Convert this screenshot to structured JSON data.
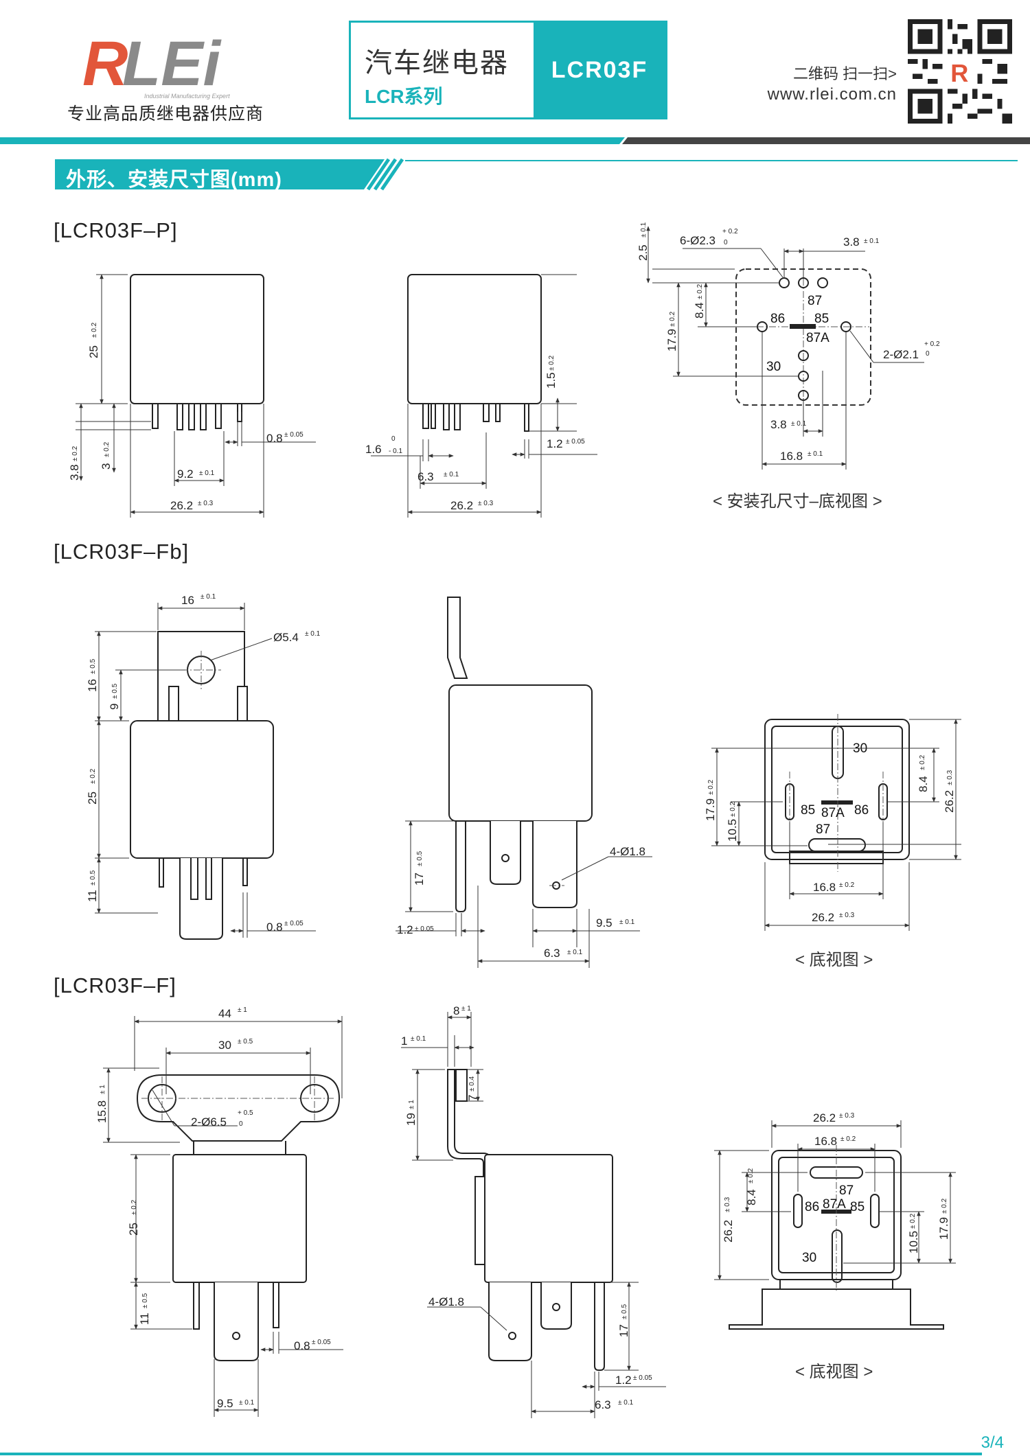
{
  "header": {
    "tagline": "专业高品质继电器供应商",
    "logo_slogan": "Industrial Manufacturing Expert",
    "product_title": "汽车继电器",
    "series": "LCR系列",
    "model": "LCR03F",
    "qr_label": "二维码 扫一扫>",
    "website": "www.rlei.com.cn"
  },
  "section": {
    "title": "外形、安装尺寸图(mm)"
  },
  "variants": [
    {
      "label": "[LCR03F–P]",
      "caption": "< 安装孔尺寸–底视图 >"
    },
    {
      "label": "[LCR03F–Fb]",
      "caption": "< 底视图 >"
    },
    {
      "label": "[LCR03F–F]",
      "caption": "< 底视图 >"
    }
  ],
  "pins": {
    "p87": "87",
    "p87a": "87A",
    "p85": "85",
    "p86": "86",
    "p30": "30"
  },
  "dims": {
    "d25": "25",
    "tol02": "± 0.2",
    "tol01": "± 0.1",
    "tol03": "± 0.3",
    "tol05": "± 0.5",
    "tol005": "± 0.05",
    "tol1": "± 1",
    "d38": "3.8",
    "d3": "3",
    "d92": "9.2",
    "d262": "26.2",
    "d08": "0.8",
    "d16a": "1.6",
    "d63": "6.3",
    "d15": "1.5",
    "d12": "1.2",
    "d6hole": "6-Ø2.3",
    "d2hole": "2-Ø2.1",
    "tolp02": "+ 0.2",
    "tol0": "0",
    "tolm01": "- 0.1",
    "tolp05": "+ 0.5",
    "d25b": "2.5",
    "d84": "8.4",
    "d179": "17.9",
    "d168": "16.8",
    "d16": "16",
    "d54": "Ø5.4",
    "d9": "9",
    "d11": "11",
    "d17": "17",
    "d4hole": "4-Ø1.8",
    "d95": "9.5",
    "d105": "10.5",
    "d44": "44",
    "d30": "30",
    "d158": "15.8",
    "d2hole65": "2-Ø6.5",
    "d8": "8",
    "d1": "1",
    "d7": "7",
    "d19": "19",
    "tol04": "± 0.4"
  },
  "page": {
    "number": "3/4"
  },
  "colors": {
    "accent": "#19b3ba",
    "brand_red": "#e2563a",
    "brand_gray": "#8a8a8a",
    "dark": "#444444"
  }
}
